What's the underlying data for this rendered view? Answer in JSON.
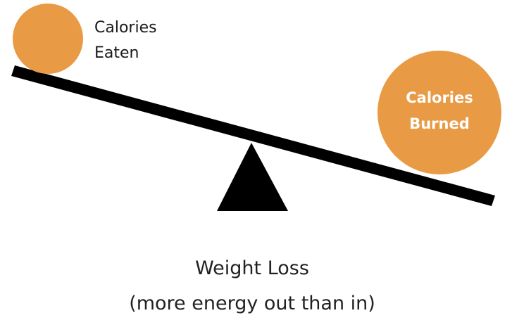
{
  "colors": {
    "ball": "#E89A45",
    "beam": "#000000",
    "fulcrum": "#000000",
    "text_dark": "#1a1a1a",
    "text_light": "#ffffff"
  },
  "left_ball": {
    "label_line1": "Calories",
    "label_line2": "Eaten"
  },
  "right_ball": {
    "label_line1": "Calories",
    "label_line2": "Burned"
  },
  "caption": {
    "line1": "Weight Loss",
    "line2": "(more energy out than in)"
  }
}
